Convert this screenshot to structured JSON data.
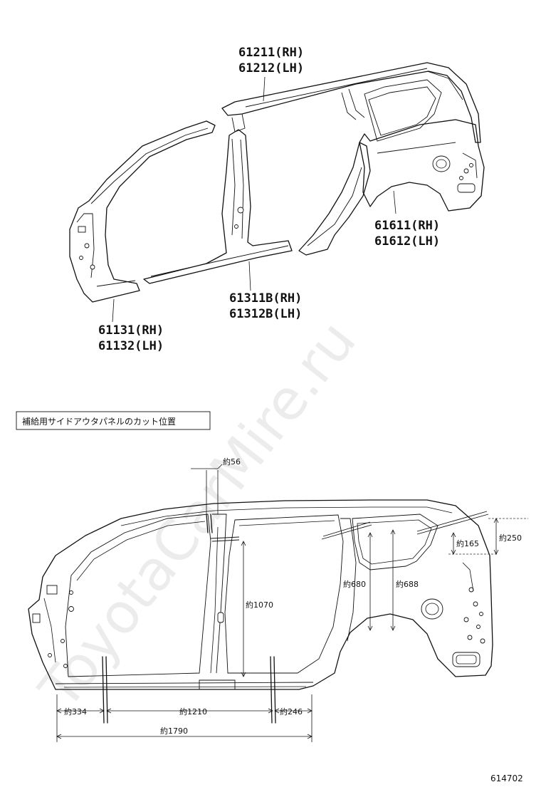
{
  "parts": {
    "roof_side_rail": [
      "61211(RH)",
      "61212(LH)"
    ],
    "quarter_panel": [
      "61611(RH)",
      "61612(LH)"
    ],
    "center_pillar": [
      "61311B(RH)",
      "61312B(LH)"
    ],
    "front_pillar": [
      "61131(RH)",
      "61132(LH)"
    ]
  },
  "section_title": "補給用サイドアウタパネルのカット位置",
  "dimensions": {
    "top_width": "約56",
    "pillar_height": "約1070",
    "quarter_height_1": "約680",
    "quarter_height_2": "約688",
    "rear_top_1": "約165",
    "rear_top_2": "約250",
    "bottom_front": "約334",
    "bottom_middle": "約1210",
    "bottom_rear": "約246",
    "bottom_total": "約1790"
  },
  "watermark": "ToyotaCarMire.ru",
  "document_id": "614702"
}
